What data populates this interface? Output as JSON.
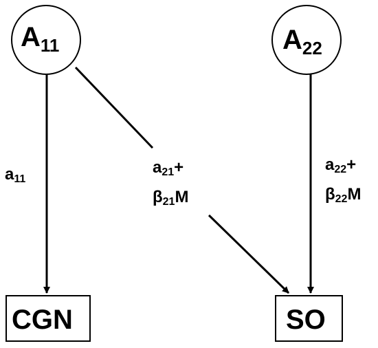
{
  "nodes": {
    "a11": {
      "main": "A",
      "sub": "11"
    },
    "a22": {
      "main": "A",
      "sub": "22"
    },
    "cgn": {
      "label": "CGN"
    },
    "so": {
      "label": "SO"
    }
  },
  "edges": {
    "a11_to_cgn": {
      "main": "a",
      "sub": "11"
    },
    "a11_to_so": {
      "line1_main": "a",
      "line1_sub": "21",
      "line1_suffix": "+",
      "line2_main": "β",
      "line2_sub": "21",
      "line2_suffix": "M"
    },
    "a22_to_so": {
      "line1_main": "a",
      "line1_sub": "22",
      "line1_suffix": "+",
      "line2_main": "β",
      "line2_sub": "22",
      "line2_suffix": "M"
    }
  },
  "colors": {
    "stroke": "#000000",
    "background": "#ffffff"
  }
}
